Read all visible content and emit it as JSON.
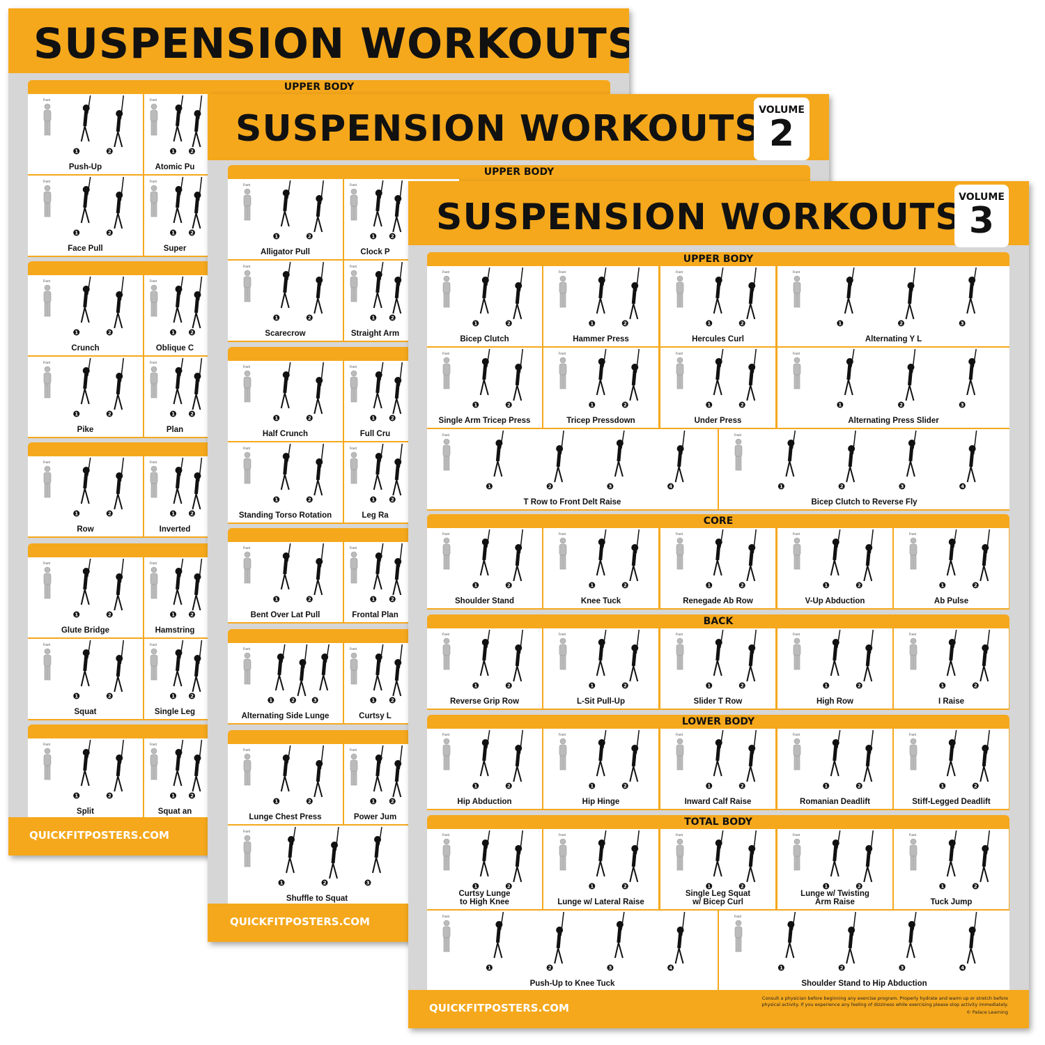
{
  "colors": {
    "accent": "#f5a81c",
    "panel": "#d6d6d6",
    "cell": "#ffffff",
    "text": "#111111"
  },
  "posters": [
    {
      "title": "SUSPENSION WORKOUTS",
      "footer_site": "QUICKFITPOSTERS.COM",
      "sections": [
        {
          "label": "UPPER BODY",
          "cells": [
            {
              "label": "Push-Up",
              "steps": 2
            },
            {
              "label": "Atomic Pu",
              "steps": 2
            },
            {
              "label": "Face Pull",
              "steps": 2
            },
            {
              "label": "Super",
              "steps": 2
            }
          ]
        },
        {
          "label": "",
          "cells": [
            {
              "label": "Crunch",
              "steps": 2
            },
            {
              "label": "Oblique C",
              "steps": 2
            },
            {
              "label": "Pike",
              "steps": 2
            },
            {
              "label": "Plan",
              "steps": 2
            }
          ]
        },
        {
          "label": "",
          "cells": [
            {
              "label": "Row",
              "steps": 2
            },
            {
              "label": "Inverted",
              "steps": 2
            }
          ]
        },
        {
          "label": "",
          "cells": [
            {
              "label": "Glute Bridge",
              "steps": 2
            },
            {
              "label": "Hamstring",
              "steps": 2
            },
            {
              "label": "Squat",
              "steps": 2
            },
            {
              "label": "Single Leg",
              "steps": 2
            }
          ]
        },
        {
          "label": "",
          "cells": [
            {
              "label": "Split",
              "steps": 2
            },
            {
              "label": "Squat an",
              "steps": 2
            }
          ]
        }
      ]
    },
    {
      "title": "SUSPENSION WORKOUTS",
      "volume_label": "VOLUME",
      "volume_number": "2",
      "footer_site": "QUICKFITPOSTERS.COM",
      "sections": [
        {
          "label": "UPPER BODY",
          "cells": [
            {
              "label": "Alligator Pull",
              "steps": 2
            },
            {
              "label": "Clock P",
              "steps": 2
            },
            {
              "label": "Scarecrow",
              "steps": 2
            },
            {
              "label": "Straight Arm",
              "steps": 2
            }
          ]
        },
        {
          "label": "",
          "cells": [
            {
              "label": "Half Crunch",
              "steps": 2
            },
            {
              "label": "Full Cru",
              "steps": 2
            },
            {
              "label": "Standing Torso Rotation",
              "steps": 2
            },
            {
              "label": "Leg Ra",
              "steps": 2
            }
          ]
        },
        {
          "label": "",
          "cells": [
            {
              "label": "Bent Over Lat Pull",
              "steps": 2
            },
            {
              "label": "Frontal Plan",
              "steps": 2
            }
          ]
        },
        {
          "label": "",
          "cells": [
            {
              "label": "Alternating Side Lunge",
              "steps": 3
            },
            {
              "label": "Curtsy L",
              "steps": 2
            }
          ]
        },
        {
          "label": "",
          "cells": [
            {
              "label": "Lunge Chest Press",
              "steps": 2
            },
            {
              "label": "Power Jum",
              "steps": 2
            },
            {
              "label": "Shuffle to Squat",
              "steps": 3
            }
          ]
        }
      ]
    },
    {
      "title": "SUSPENSION WORKOUTS",
      "volume_label": "VOLUME",
      "volume_number": "3",
      "footer_site": "QUICKFITPOSTERS.COM",
      "disclaimer": "Consult a physician before beginning any exercise program. Properly hydrate and warm up or stretch before physical activity. If you experience any feeling of dizziness while exercising please stop activity immediately.",
      "copyright": "© Palace Learning",
      "sections": [
        {
          "label": "UPPER BODY",
          "cells": [
            {
              "label": "Bicep Clutch",
              "steps": 2
            },
            {
              "label": "Hammer Press",
              "steps": 2
            },
            {
              "label": "Hercules Curl",
              "steps": 2
            },
            {
              "label": "Alternating Y L",
              "steps": 3
            },
            {
              "label": "Single Arm Tricep Press",
              "steps": 2
            },
            {
              "label": "Tricep Pressdown",
              "steps": 2
            },
            {
              "label": "Under Press",
              "steps": 2
            },
            {
              "label": "Alternating Press Slider",
              "steps": 3
            },
            {
              "label": "T Row to Front Delt Raise",
              "steps": 4
            },
            {
              "label": "Bicep Clutch to Reverse Fly",
              "steps": 4
            }
          ]
        },
        {
          "label": "CORE",
          "cells": [
            {
              "label": "Shoulder Stand",
              "steps": 2
            },
            {
              "label": "Knee Tuck",
              "steps": 2
            },
            {
              "label": "Renegade Ab Row",
              "steps": 2
            },
            {
              "label": "V-Up Abduction",
              "steps": 2
            },
            {
              "label": "Ab Pulse",
              "steps": 2
            }
          ]
        },
        {
          "label": "BACK",
          "cells": [
            {
              "label": "Reverse Grip Row",
              "steps": 2
            },
            {
              "label": "L-Sit Pull-Up",
              "steps": 2
            },
            {
              "label": "Slider T Row",
              "steps": 2
            },
            {
              "label": "High Row",
              "steps": 2
            },
            {
              "label": "I Raise",
              "steps": 2
            }
          ]
        },
        {
          "label": "LOWER BODY",
          "cells": [
            {
              "label": "Hip Abduction",
              "steps": 2
            },
            {
              "label": "Hip Hinge",
              "steps": 2
            },
            {
              "label": "Inward Calf Raise",
              "steps": 2
            },
            {
              "label": "Romanian Deadlift",
              "steps": 2
            },
            {
              "label": "Stiff-Legged Deadlift",
              "steps": 2
            }
          ]
        },
        {
          "label": "TOTAL BODY",
          "cells": [
            {
              "label": "Curtsy Lunge\nto High Knee",
              "steps": 2
            },
            {
              "label": "Lunge w/ Lateral Raise",
              "steps": 2
            },
            {
              "label": "Single Leg Squat\nw/ Bicep Curl",
              "steps": 2
            },
            {
              "label": "Lunge w/ Twisting\nArm Raise",
              "steps": 2
            },
            {
              "label": "Tuck Jump",
              "steps": 2
            },
            {
              "label": "Push-Up to Knee Tuck",
              "steps": 4
            },
            {
              "label": "Shoulder Stand to Hip Abduction",
              "steps": 4
            }
          ]
        }
      ]
    }
  ]
}
